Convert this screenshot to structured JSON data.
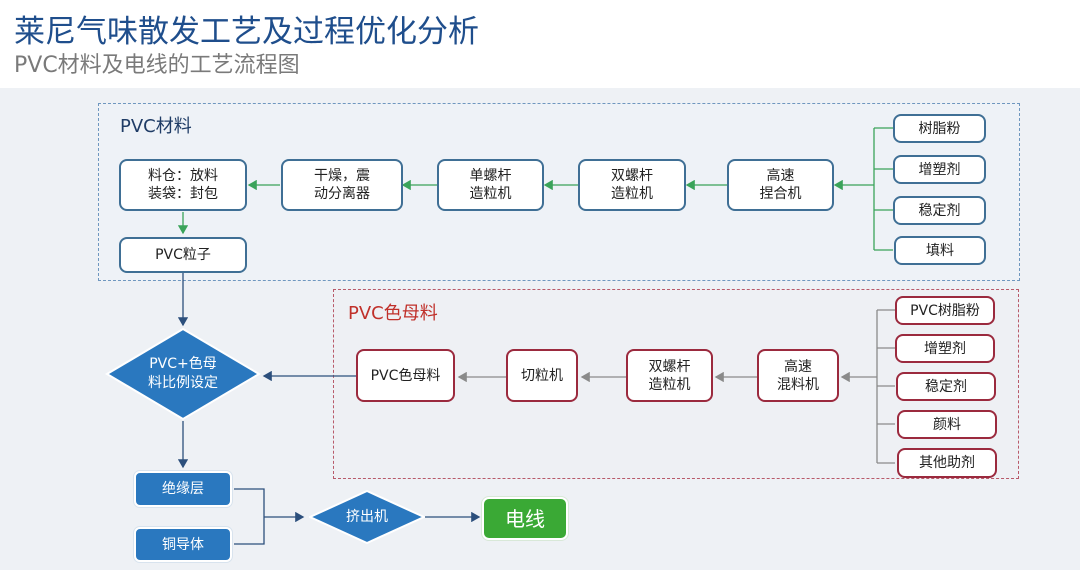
{
  "header": {
    "title": "莱尼气味散发工艺及过程优化分析",
    "subtitle": "PVC材料及电线的工艺流程图"
  },
  "colors": {
    "title": "#1f4e8c",
    "blue_group_border": "#6f97bf",
    "red_group_border": "#b85a6a",
    "blue_node_border": "#3f6f95",
    "red_node_border": "#9b2a3e",
    "green_arrow": "#3aa35a",
    "grey_arrow": "#8a8a8a",
    "navy_arrow": "#2c4f7c",
    "decision_fill": "#2a78bf",
    "output_fill": "#3aa935"
  },
  "pvc_material": {
    "label": "PVC材料",
    "nodes": {
      "silo": "料仓：放料\n装袋：封包",
      "dryer": "干燥，震\n动分离器",
      "single_screw": "单螺杆\n造粒机",
      "twin_screw": "双螺杆\n造粒机",
      "high_speed_kneader": "高速\n捏合机",
      "pellets": "PVC粒子"
    },
    "inputs": [
      "树脂粉",
      "增塑剂",
      "稳定剂",
      "填料"
    ]
  },
  "pvc_masterbatch": {
    "label": "PVC色母料",
    "nodes": {
      "masterbatch": "PVC色母料",
      "pelletizer": "切粒机",
      "twin_screw": "双螺杆\n造粒机",
      "high_speed_mixer": "高速\n混料机"
    },
    "inputs": [
      "PVC树脂粉",
      "增塑剂",
      "稳定剂",
      "颜料",
      "其他助剂"
    ]
  },
  "process": {
    "ratio_decision": "PVC+色母\n料比例设定",
    "insulation": "绝缘层",
    "copper_conductor": "铜导体",
    "extruder": "挤出机",
    "output": "电线"
  }
}
